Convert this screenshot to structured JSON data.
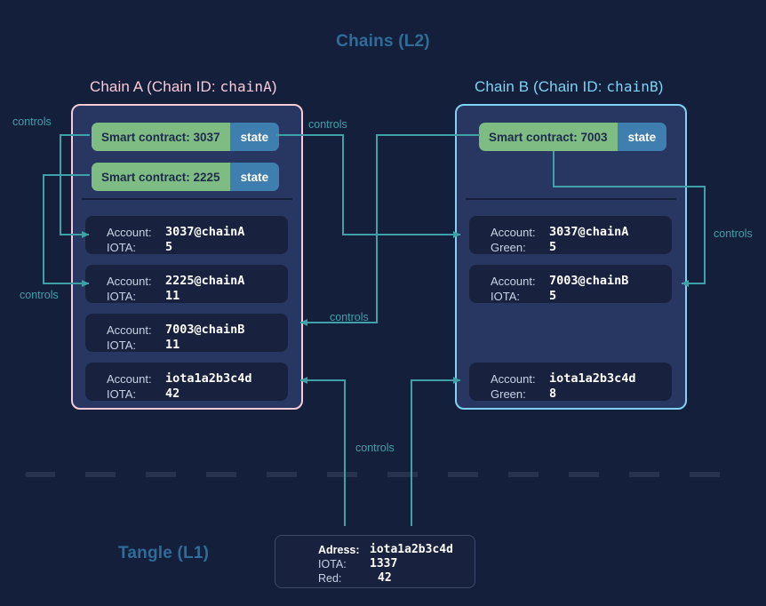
{
  "diagram": {
    "l2_title": "Chains (L2)",
    "l1_title": "Tangle (L1)",
    "colors": {
      "background": "#141F3C",
      "panel": "#283662",
      "chain_a_border": "#F7CBD8",
      "chain_b_border": "#7FD2F2",
      "contract_green": "#7FBC84",
      "state_blue": "#3E7FB0",
      "wire": "#3FA0A8",
      "title_blue": "#2F6C97",
      "card": "#18223F"
    }
  },
  "chain_a": {
    "title_prefix": "Chain A (Chain ID: ",
    "title_id": "chainA",
    "title_suffix": ")",
    "contracts": [
      {
        "name": "Smart contract: 3037",
        "state": "state"
      },
      {
        "name": "Smart contract: 2225",
        "state": "state"
      }
    ],
    "accounts": [
      {
        "key1": "Account:",
        "val1": "3037@chainA",
        "key2": "IOTA:",
        "val2": "5"
      },
      {
        "key1": "Account:",
        "val1": "2225@chainA",
        "key2": "IOTA:",
        "val2": "11"
      },
      {
        "key1": "Account:",
        "val1": "7003@chainB",
        "key2": "IOTA:",
        "val2": "11"
      },
      {
        "key1": "Account:",
        "val1": "iota1a2b3c4d",
        "key2": "IOTA:",
        "val2": "42"
      }
    ]
  },
  "chain_b": {
    "title_prefix": "Chain B (Chain ID: ",
    "title_id": "chainB",
    "title_suffix": ")",
    "contracts": [
      {
        "name": "Smart contract: 7003",
        "state": "state"
      }
    ],
    "accounts": [
      {
        "key1": "Account:",
        "val1": "3037@chainA",
        "key2": "Green:",
        "val2": "5"
      },
      {
        "key1": "Account:",
        "val1": "7003@chainB",
        "key2": "IOTA:",
        "val2": "5"
      },
      {
        "key1": "Account:",
        "val1": "iota1a2b3c4d",
        "key2": "Green:",
        "val2": "8"
      }
    ]
  },
  "tangle": {
    "address_key": "Adress:",
    "address_value": "iota1a2b3c4d",
    "iota_key": "IOTA:",
    "iota_value": "1337",
    "red_key": "Red:",
    "red_value": "42"
  },
  "connector_labels": {
    "left_top": "controls",
    "left_bottom": "controls",
    "mid_top": "controls",
    "mid_bottom": "controls",
    "right": "controls",
    "tangle": "controls"
  }
}
